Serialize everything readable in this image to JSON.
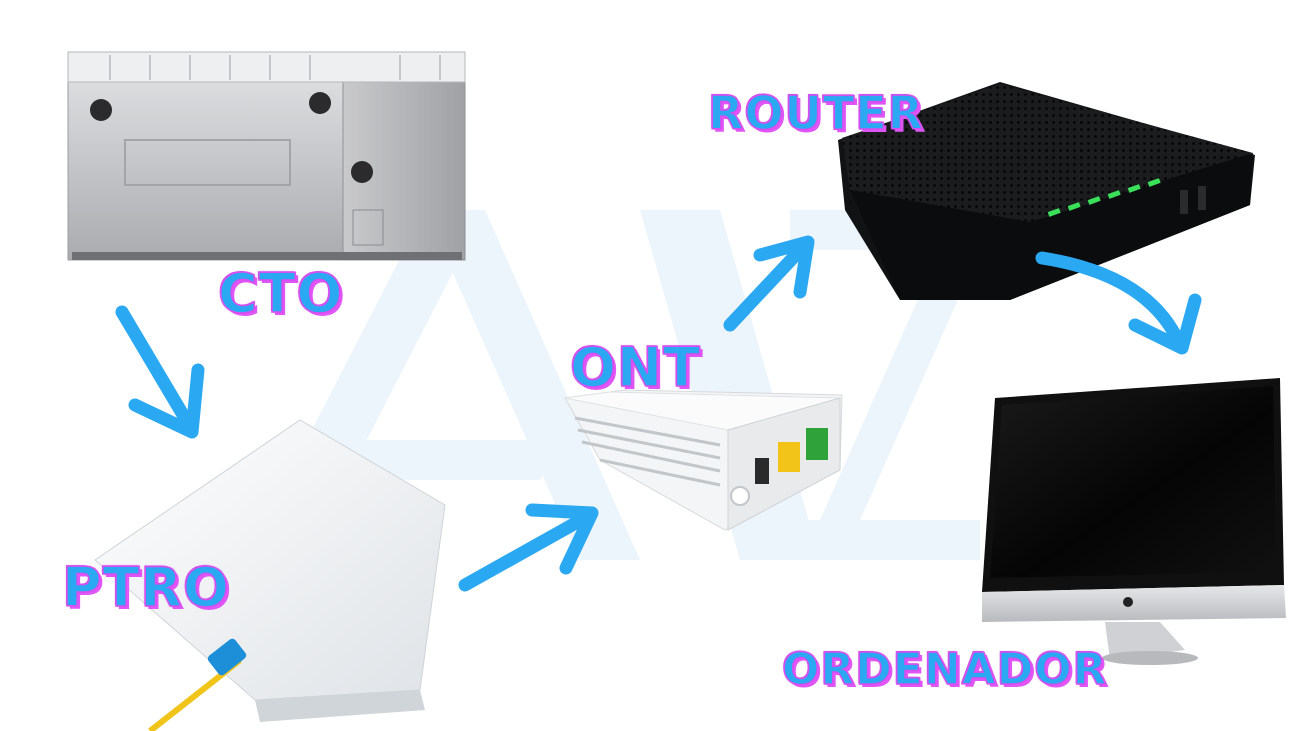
{
  "labels": {
    "cto": "CTO",
    "ptro": "PTRO",
    "ont": "ONT",
    "router": "ROUTER",
    "ordenador": "ORDENADOR"
  },
  "colors": {
    "label_fill": "#2aa8f2",
    "label_outline": "#d64ef0",
    "arrow": "#2aa8f2",
    "watermark": "#eaf3fc",
    "router_led": "#3be05a",
    "ont_port_yellow": "#f2c318",
    "ont_port_green": "#2fa33a",
    "fiber_cable": "#f0c419",
    "fiber_connector": "#1d8fd8"
  },
  "icons": [
    "cto-box-icon",
    "ptro-box-icon",
    "ont-device-icon",
    "router-device-icon",
    "monitor-icon",
    "flow-arrow-icon",
    "watermark-logo"
  ]
}
